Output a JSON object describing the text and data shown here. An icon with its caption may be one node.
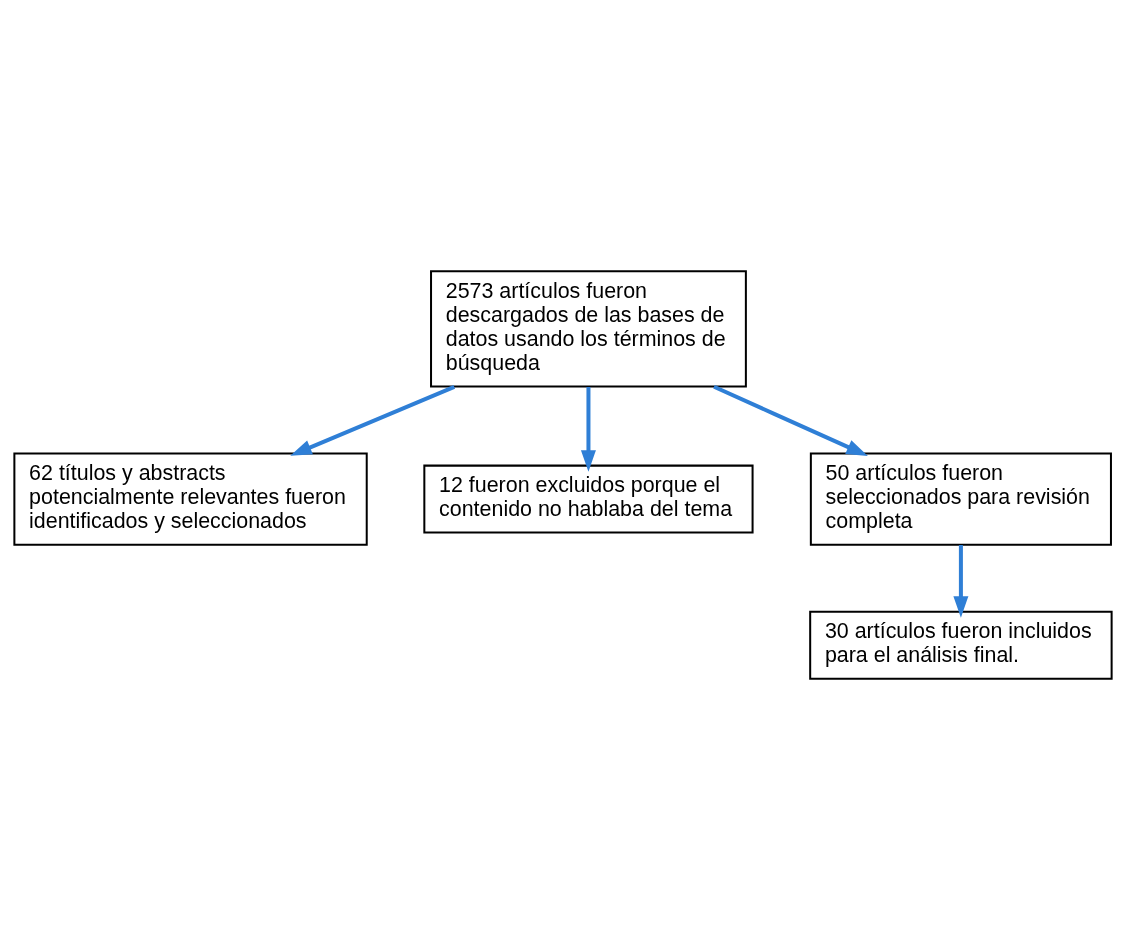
{
  "diagram": {
    "nodes": [
      {
        "text": [
          "2573 artículos fueron descargados de las bases de datos usando los términos de búsqueda"
        ]
      },
      {
        "text": [
          "62 títulos y abstracts potencialmente relevantes fueron identificados y seleccionados"
        ]
      },
      {
        "text": [
          "12 fueron excluidos porque el contenido no hablaba del tema"
        ]
      },
      {
        "text": [
          "50 artículos fueron seleccionados para revisión completa"
        ]
      },
      {
        "text": [
          "30 artículos fueron incluidos para el análisis final."
        ]
      }
    ],
    "edges": [
      {
        "from": 0,
        "to": 1,
        "arrow": "to"
      },
      {
        "from": 0,
        "to": 2,
        "arrow": "to"
      },
      {
        "from": 0,
        "to": 3,
        "arrow": "to"
      },
      {
        "from": 3,
        "to": 4,
        "arrow": "to"
      }
    ]
  }
}
